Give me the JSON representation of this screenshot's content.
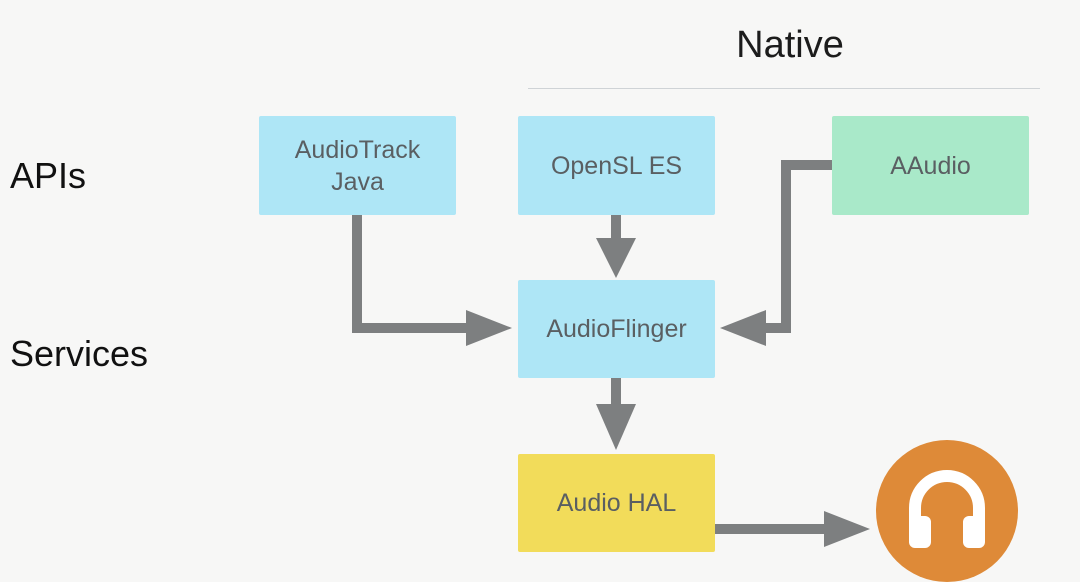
{
  "header": {
    "native_label": "Native"
  },
  "rows": {
    "apis_label": "APIs",
    "services_label": "Services"
  },
  "nodes": {
    "audiotrack": {
      "line1": "AudioTrack",
      "line2": "Java"
    },
    "opensl": {
      "label": "OpenSL ES"
    },
    "aaudio": {
      "label": "AAudio"
    },
    "audioflinger": {
      "label": "AudioFlinger"
    },
    "audio_hal": {
      "label": "Audio HAL"
    }
  },
  "output": {
    "icon": "headphones-icon"
  },
  "colors": {
    "api_blue": "#aee6f6",
    "aaudio_green": "#a9e9c9",
    "hal_yellow": "#f2dc5a",
    "arrow_gray": "#7d7f80",
    "output_orange": "#de8a38"
  }
}
